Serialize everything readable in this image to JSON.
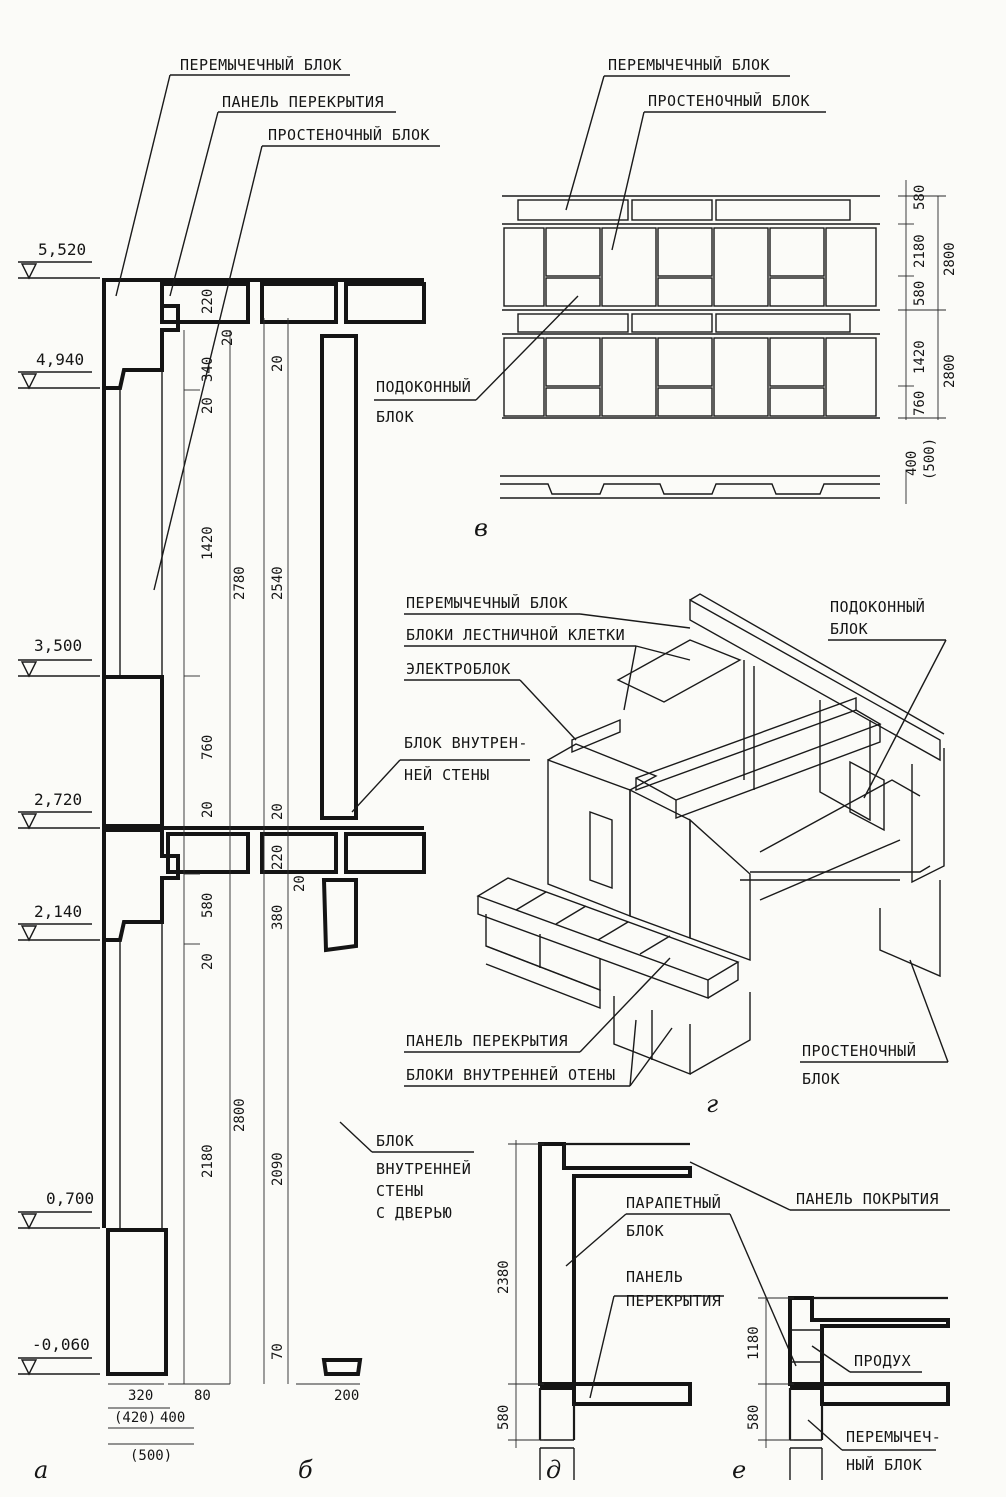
{
  "panel_a": {
    "letter": "а",
    "levels": [
      "5,520",
      "4,940",
      "3,500",
      "2,720",
      "2,140",
      "0,700",
      "-0,060"
    ],
    "labels": {
      "lintel": "ПЕРЕМЫЧЕЧНЫЙ БЛОК",
      "floor_panel": "ПАНЕЛЬ ПЕРЕКРЫТИЯ",
      "pier": "ПРОСТЕНОЧНЫЙ БЛОК"
    },
    "dims": [
      "220",
      "20",
      "340",
      "20",
      "1420",
      "760",
      "20",
      "2780",
      "580",
      "20",
      "2180",
      "2800",
      "320",
      "(420)",
      "400",
      "(500)",
      "80"
    ]
  },
  "panel_b": {
    "letter": "б",
    "labels": {
      "inner_wall": "БЛОК ВНУТРЕН-",
      "inner_wall2": "НЕЙ СТЕНЫ",
      "door_1": "БЛОК",
      "door_2": "ВНУТРЕННЕЙ",
      "door_3": "СТЕНЫ",
      "door_4": "С ДВЕРЬЮ"
    },
    "dims": [
      "20",
      "2540",
      "20",
      "220",
      "20",
      "380",
      "2090",
      "70",
      "200"
    ]
  },
  "panel_v": {
    "letter": "в",
    "labels": {
      "lintel": "ПЕРЕМЫЧЕЧНЫЙ БЛОК",
      "pier": "ПРОСТЕНОЧНЫЙ БЛОК",
      "sill_1": "ПОДОКОННЫЙ",
      "sill_2": "БЛОК"
    },
    "dims": [
      "580",
      "2180",
      "580",
      "1420",
      "760",
      "2800",
      "2800",
      "400",
      "(500)"
    ]
  },
  "panel_g": {
    "letter": "г",
    "labels": {
      "lintel": "ПЕРЕМЫЧЕЧНЫЙ БЛОК",
      "stair": "БЛОКИ ЛЕСТНИЧНОЙ КЛЕТКИ",
      "electro": "ЭЛЕКТРОБЛОК",
      "sill_1": "ПОДОКОННЫЙ",
      "sill_2": "БЛОК",
      "floor_panel": "ПАНЕЛЬ ПЕРЕКРЫТИЯ",
      "inner_walls": "БЛОКИ ВНУТРЕННЕЙ ОТЕНЫ",
      "pier_1": "ПРОСТЕНОЧНЫЙ",
      "pier_2": "БЛОК"
    }
  },
  "panel_d": {
    "letter": "д",
    "labels": {
      "roof_panel": "ПАНЕЛЬ ПОКРЫТИЯ",
      "parapet_1": "ПАРАПЕТНЫЙ",
      "parapet_2": "БЛОК",
      "floor_1": "ПАНЕЛЬ",
      "floor_2": "ПЕРЕКРЫТИЯ"
    },
    "dims": [
      "2380",
      "580"
    ]
  },
  "panel_e": {
    "letter": "е",
    "labels": {
      "vent": "ПРОДУХ",
      "lintel_1": "ПЕРЕМЫЧЕЧ-",
      "lintel_2": "НЫЙ БЛОК"
    },
    "dims": [
      "1180",
      "580"
    ]
  }
}
